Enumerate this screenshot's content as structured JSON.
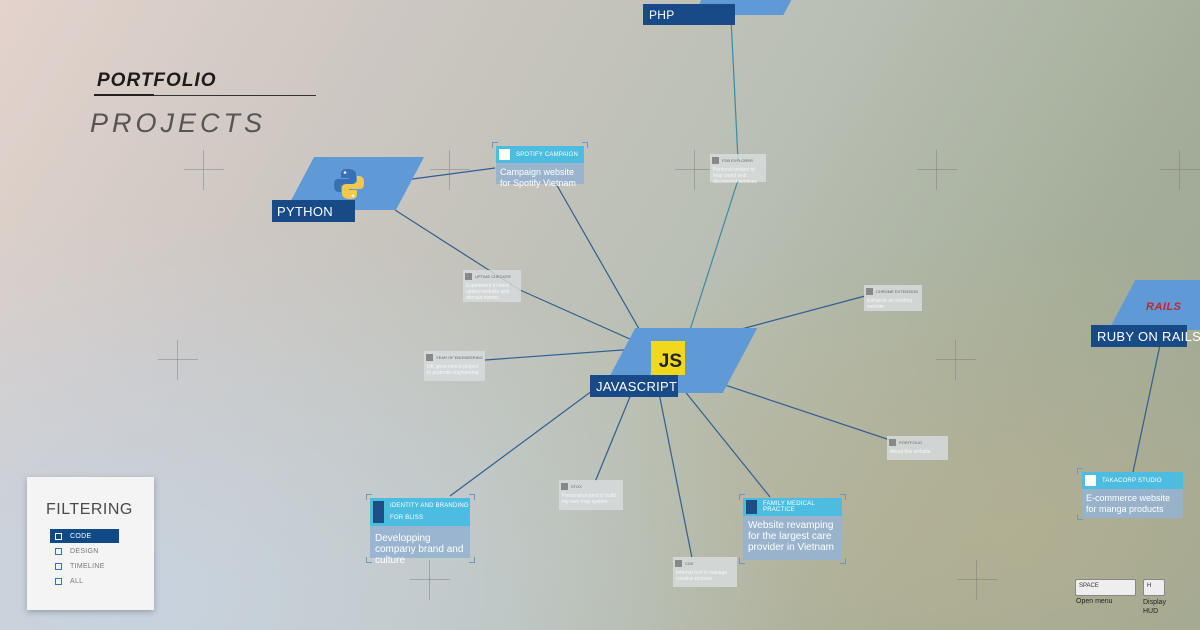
{
  "header": {
    "kicker": "PORTFOLIO",
    "title": "PROJECTS"
  },
  "technologies": {
    "php": {
      "label": "PHP"
    },
    "python": {
      "label": "PYTHON",
      "logo": "python-logo"
    },
    "javascript": {
      "label": "JAVASCRIPT",
      "logo_text": "JS"
    },
    "rails": {
      "label": "RUBY ON RAILS",
      "logo_text": "RAILS"
    }
  },
  "projects": [
    {
      "id": "spotify",
      "category": "SPOTIFY CAMPAIGN",
      "description": "Campaign website for Spotify Vietnam"
    },
    {
      "id": "bliss",
      "category": "IDENTITY AND BRANDING FOR BLISS",
      "description": "Developping company brand and culture"
    },
    {
      "id": "family",
      "category": "FAMILY MEDICAL PRACTICE",
      "description": "Website revamping for the largest care provider in Vietnam"
    },
    {
      "id": "takacorp",
      "category": "TAKACORP STUDIO",
      "description": "E-commerce website for manga products"
    }
  ],
  "mini_projects": [
    {
      "id": "fdb",
      "category": "FDB EXPLORER",
      "description": "Personal project to map world web discovered services"
    },
    {
      "id": "uptime",
      "category": "UPTIME CHECKER",
      "description": "Experiment to track uptime website and domain names"
    },
    {
      "id": "yoe",
      "category": "YEAR OF ENGINEERING",
      "description": "UK government project to promote engineering"
    },
    {
      "id": "chrome",
      "category": "CHROME EXTENSION",
      "description": "Enhance an existing website"
    },
    {
      "id": "portfolio",
      "category": "PORTFOLIO",
      "description": "About this website"
    },
    {
      "id": "stox",
      "category": "STOX",
      "description": "Personal project to build my own map system"
    },
    {
      "id": "cdk",
      "category": "CDK",
      "description": "Internal tool to manage creative process"
    }
  ],
  "filtering": {
    "title": "FILTERING",
    "items": [
      {
        "label": "CODE",
        "active": true
      },
      {
        "label": "DESIGN",
        "active": false
      },
      {
        "label": "TIMELINE",
        "active": false
      },
      {
        "label": "ALL",
        "active": false
      }
    ]
  },
  "shortcuts": [
    {
      "key": "SPACE",
      "action": "Open menu"
    },
    {
      "key": "H",
      "action": "Display HUD"
    }
  ],
  "colors": {
    "accent": "#174a86",
    "node": "#5f99d6",
    "card_header": "#4cbde0",
    "card_body": "#96b2d0"
  }
}
